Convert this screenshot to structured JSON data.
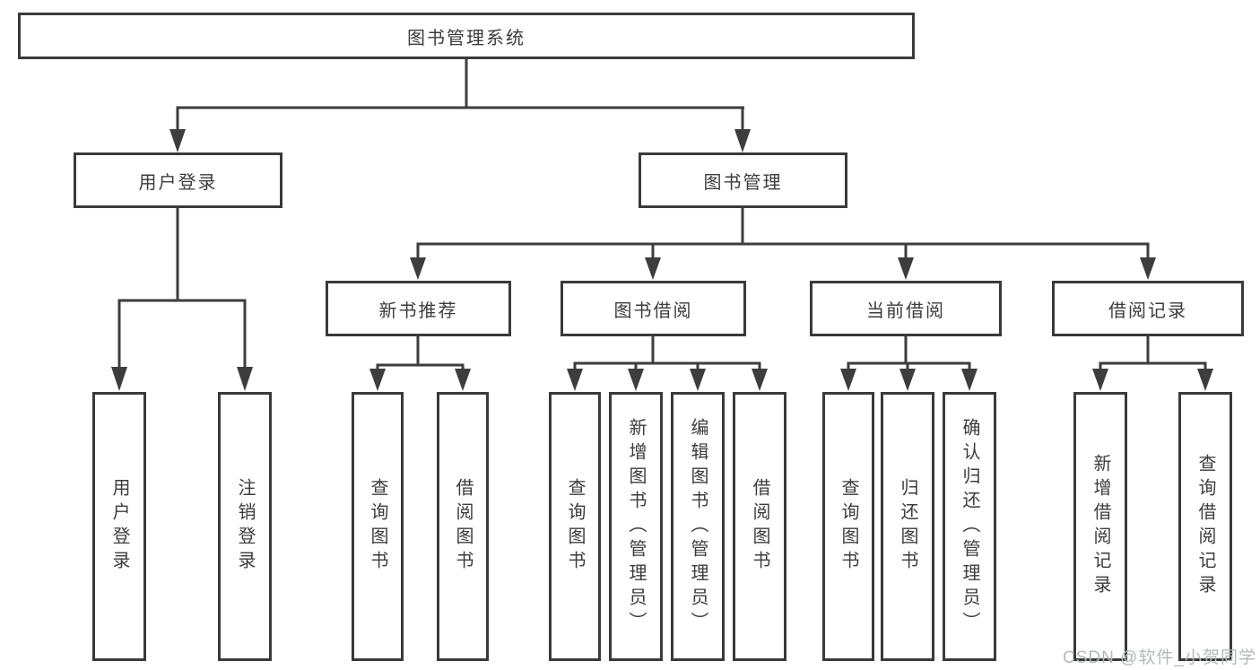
{
  "tree": {
    "label": "图书管理系统",
    "children": [
      {
        "label": "用户登录",
        "children": [
          {
            "label": "用户登录"
          },
          {
            "label": "注销登录"
          }
        ]
      },
      {
        "label": "图书管理",
        "children": [
          {
            "label": "新书推荐",
            "children": [
              {
                "label": "查询图书"
              },
              {
                "label": "借阅图书"
              }
            ]
          },
          {
            "label": "图书借阅",
            "children": [
              {
                "label": "查询图书"
              },
              {
                "label": "新增图书（管理员）"
              },
              {
                "label": "编辑图书（管理员）"
              },
              {
                "label": "借阅图书"
              }
            ]
          },
          {
            "label": "当前借阅",
            "children": [
              {
                "label": "查询图书"
              },
              {
                "label": "归还图书"
              },
              {
                "label": "确认归还（管理员）"
              }
            ]
          },
          {
            "label": "借阅记录",
            "children": [
              {
                "label": "新增借阅记录"
              },
              {
                "label": "查询借阅记录"
              }
            ]
          }
        ]
      }
    ]
  },
  "watermark": {
    "text": "CSDN @软件_小贺同学"
  },
  "colors": {
    "line": "#3d3d3d",
    "box_border": "#3a3a3a",
    "text": "#3c3c3c",
    "watermark": "#b3b7bd"
  }
}
